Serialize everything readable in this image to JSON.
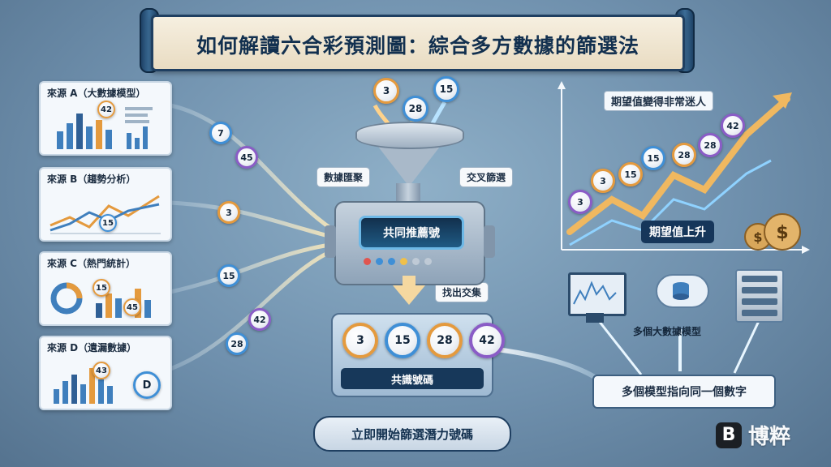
{
  "title": "如何解讀六合彩預測圖：綜合多方數據的篩選法",
  "sources": [
    {
      "label": "來源 A（大數據模型）",
      "badge": "42"
    },
    {
      "label": "來源 B（趨勢分析）",
      "badge": "15"
    },
    {
      "label": "來源 C（熱門統計）",
      "badges": [
        "15",
        "45"
      ]
    },
    {
      "label": "來源 D（遺漏數據）",
      "badges": [
        "43",
        "D"
      ]
    }
  ],
  "stream_balls": [
    "7",
    "45",
    "3",
    "15",
    "42",
    "28"
  ],
  "funnel_balls": [
    "3",
    "28",
    "15"
  ],
  "tags": {
    "gather": "數據匯聚",
    "cross": "交叉篩選",
    "intersect": "找出交集"
  },
  "machine_screen": "共同推薦號",
  "result": {
    "numbers": [
      "3",
      "15",
      "28",
      "42"
    ],
    "label": "共識號碼"
  },
  "cta": "立即開始篩選潛力號碼",
  "chart": {
    "title": "期望值變得非常迷人",
    "rise_label": "期望值上升",
    "balls": [
      "3",
      "3",
      "15",
      "15",
      "28",
      "28",
      "42"
    ]
  },
  "models_label": "多個大數據模型",
  "conclusion": "多個模型指向同一個數字",
  "brand": {
    "mark": "B",
    "name": "博粹"
  },
  "colors": {
    "navy": "#12304f",
    "orange": "#e49a3e",
    "blue": "#3f8fd6",
    "purple": "#8a5cc6"
  }
}
